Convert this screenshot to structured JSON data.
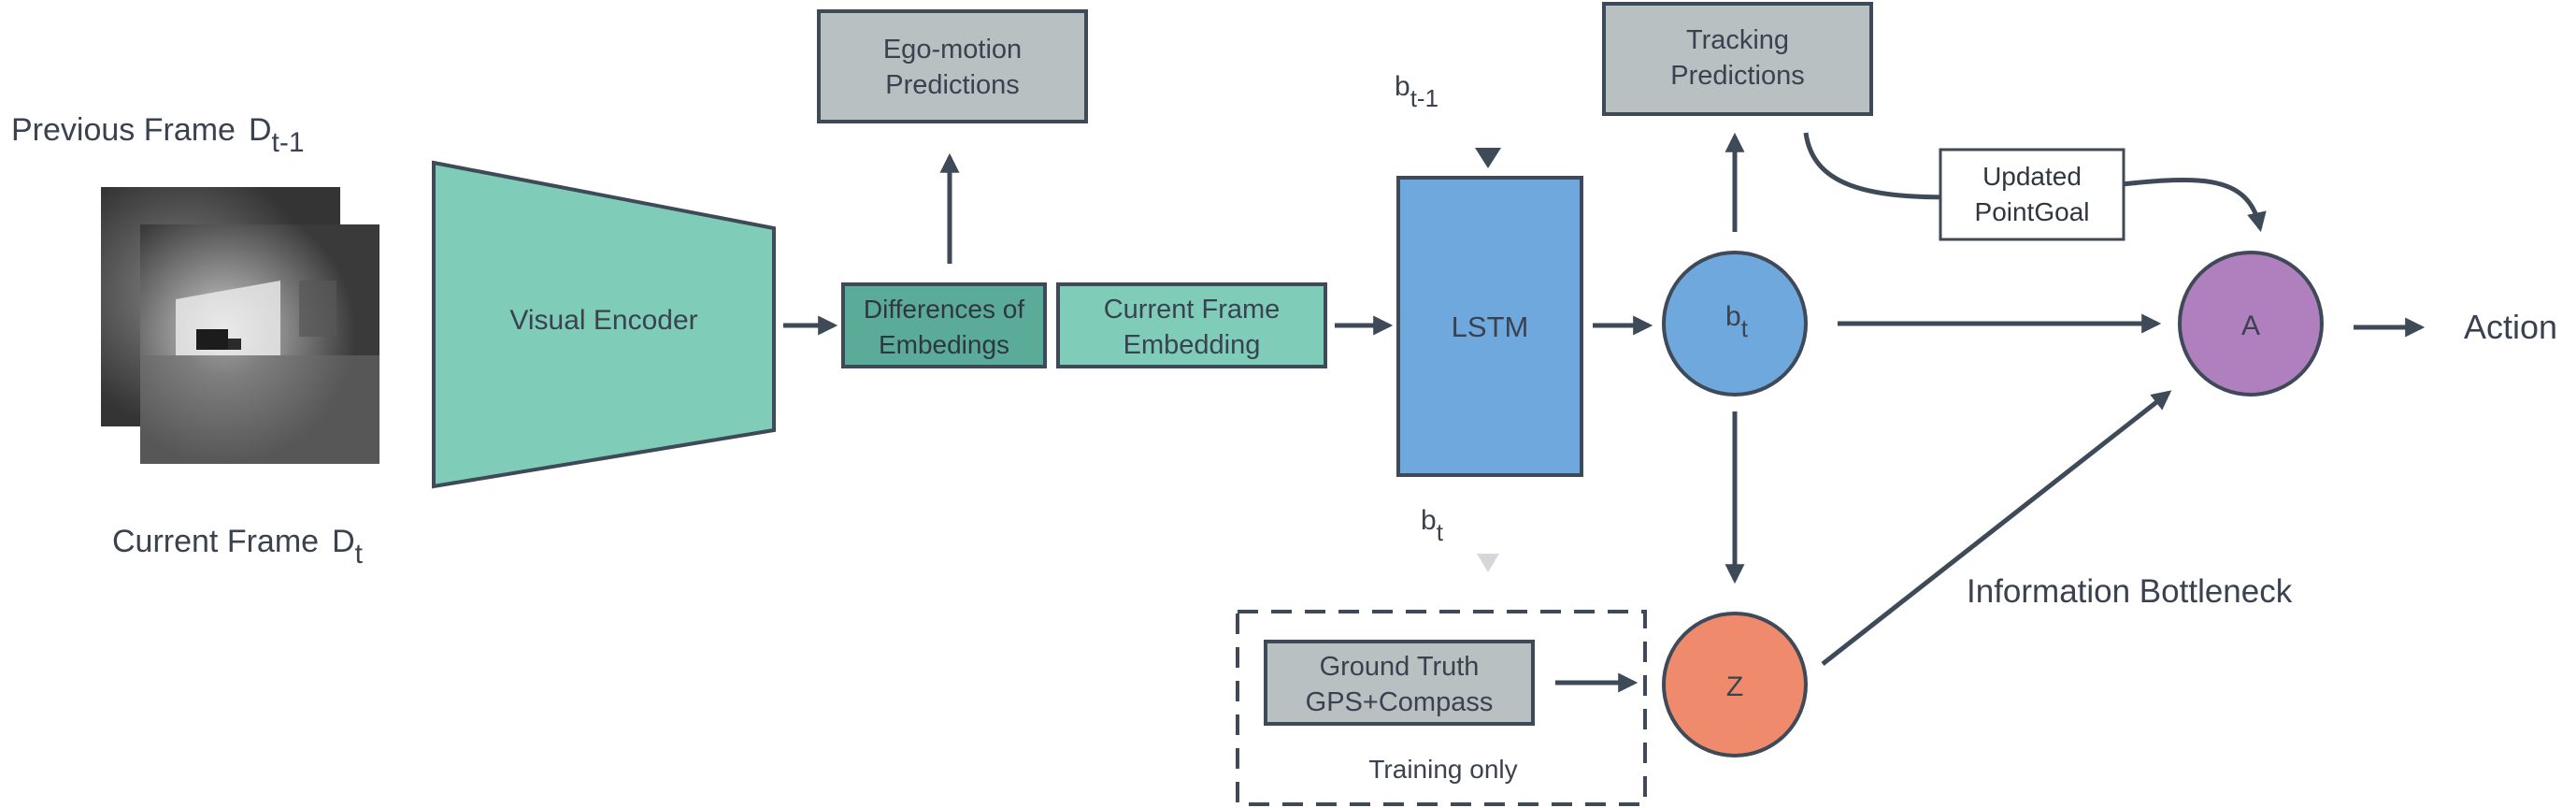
{
  "labels": {
    "previous_frame": "Previous Frame",
    "previous_frame_symbol": "D",
    "previous_frame_sub": "t-1",
    "current_frame": "Current Frame",
    "current_frame_symbol": "D",
    "current_frame_sub": "t",
    "visual_encoder": "Visual Encoder",
    "ego_motion_line1": "Ego-motion",
    "ego_motion_line2": "Predictions",
    "differences_line1": "Differences of",
    "differences_line2": "Embedings",
    "current_embedding_line1": "Current Frame",
    "current_embedding_line2": "Embedding",
    "b_prev_symbol": "b",
    "b_prev_sub": "t-1",
    "lstm": "LSTM",
    "b_out_symbol": "b",
    "b_out_sub": "t",
    "tracking_line1": "Tracking",
    "tracking_line2": "Predictions",
    "updated_line1": "Updated",
    "updated_line2": "PointGoal",
    "bt_node_symbol": "b",
    "bt_node_sub": "t",
    "action_node": "A",
    "action": "Action",
    "z_node": "Z",
    "information_bottleneck": "Information Bottleneck",
    "ground_truth_line1": "Ground Truth",
    "ground_truth_line2": "GPS+Compass",
    "training_only": "Training only"
  },
  "colors": {
    "teal": "#7fcdb8",
    "teal_dark": "#5aab97",
    "blue": "#6fa8dc",
    "gray_box": "#b8c0c1",
    "purple": "#b07fbd",
    "orange": "#ef8a6d",
    "arrow": "#3f4a59"
  }
}
